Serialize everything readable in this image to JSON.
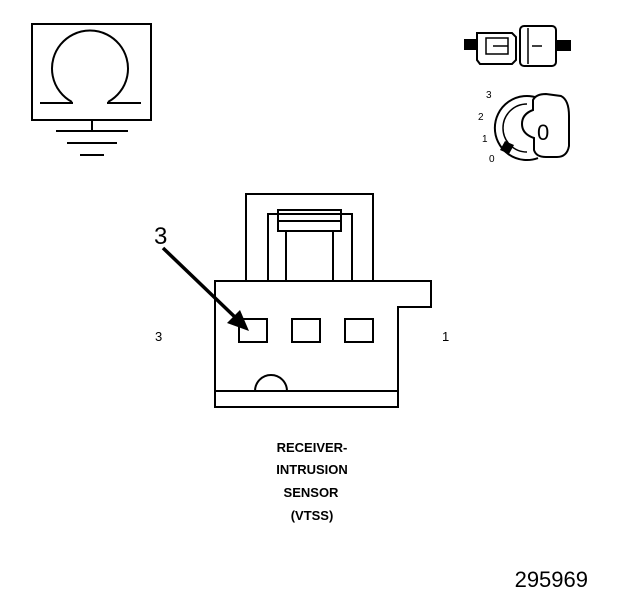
{
  "symbols": {
    "ignition_positions": [
      "3",
      "2",
      "1",
      "0"
    ],
    "key_position_label": "0"
  },
  "connector": {
    "callout_number": "3",
    "left_terminal_label": "3",
    "right_terminal_label": "1"
  },
  "component_name": {
    "line1": "RECEIVER-",
    "line2": "INTRUSION",
    "line3": "SENSOR",
    "line4": "(VTSS)"
  },
  "figure_number": "295969",
  "colors": {
    "line": "#000000",
    "background": "#ffffff",
    "fill_dark": "#000000"
  }
}
